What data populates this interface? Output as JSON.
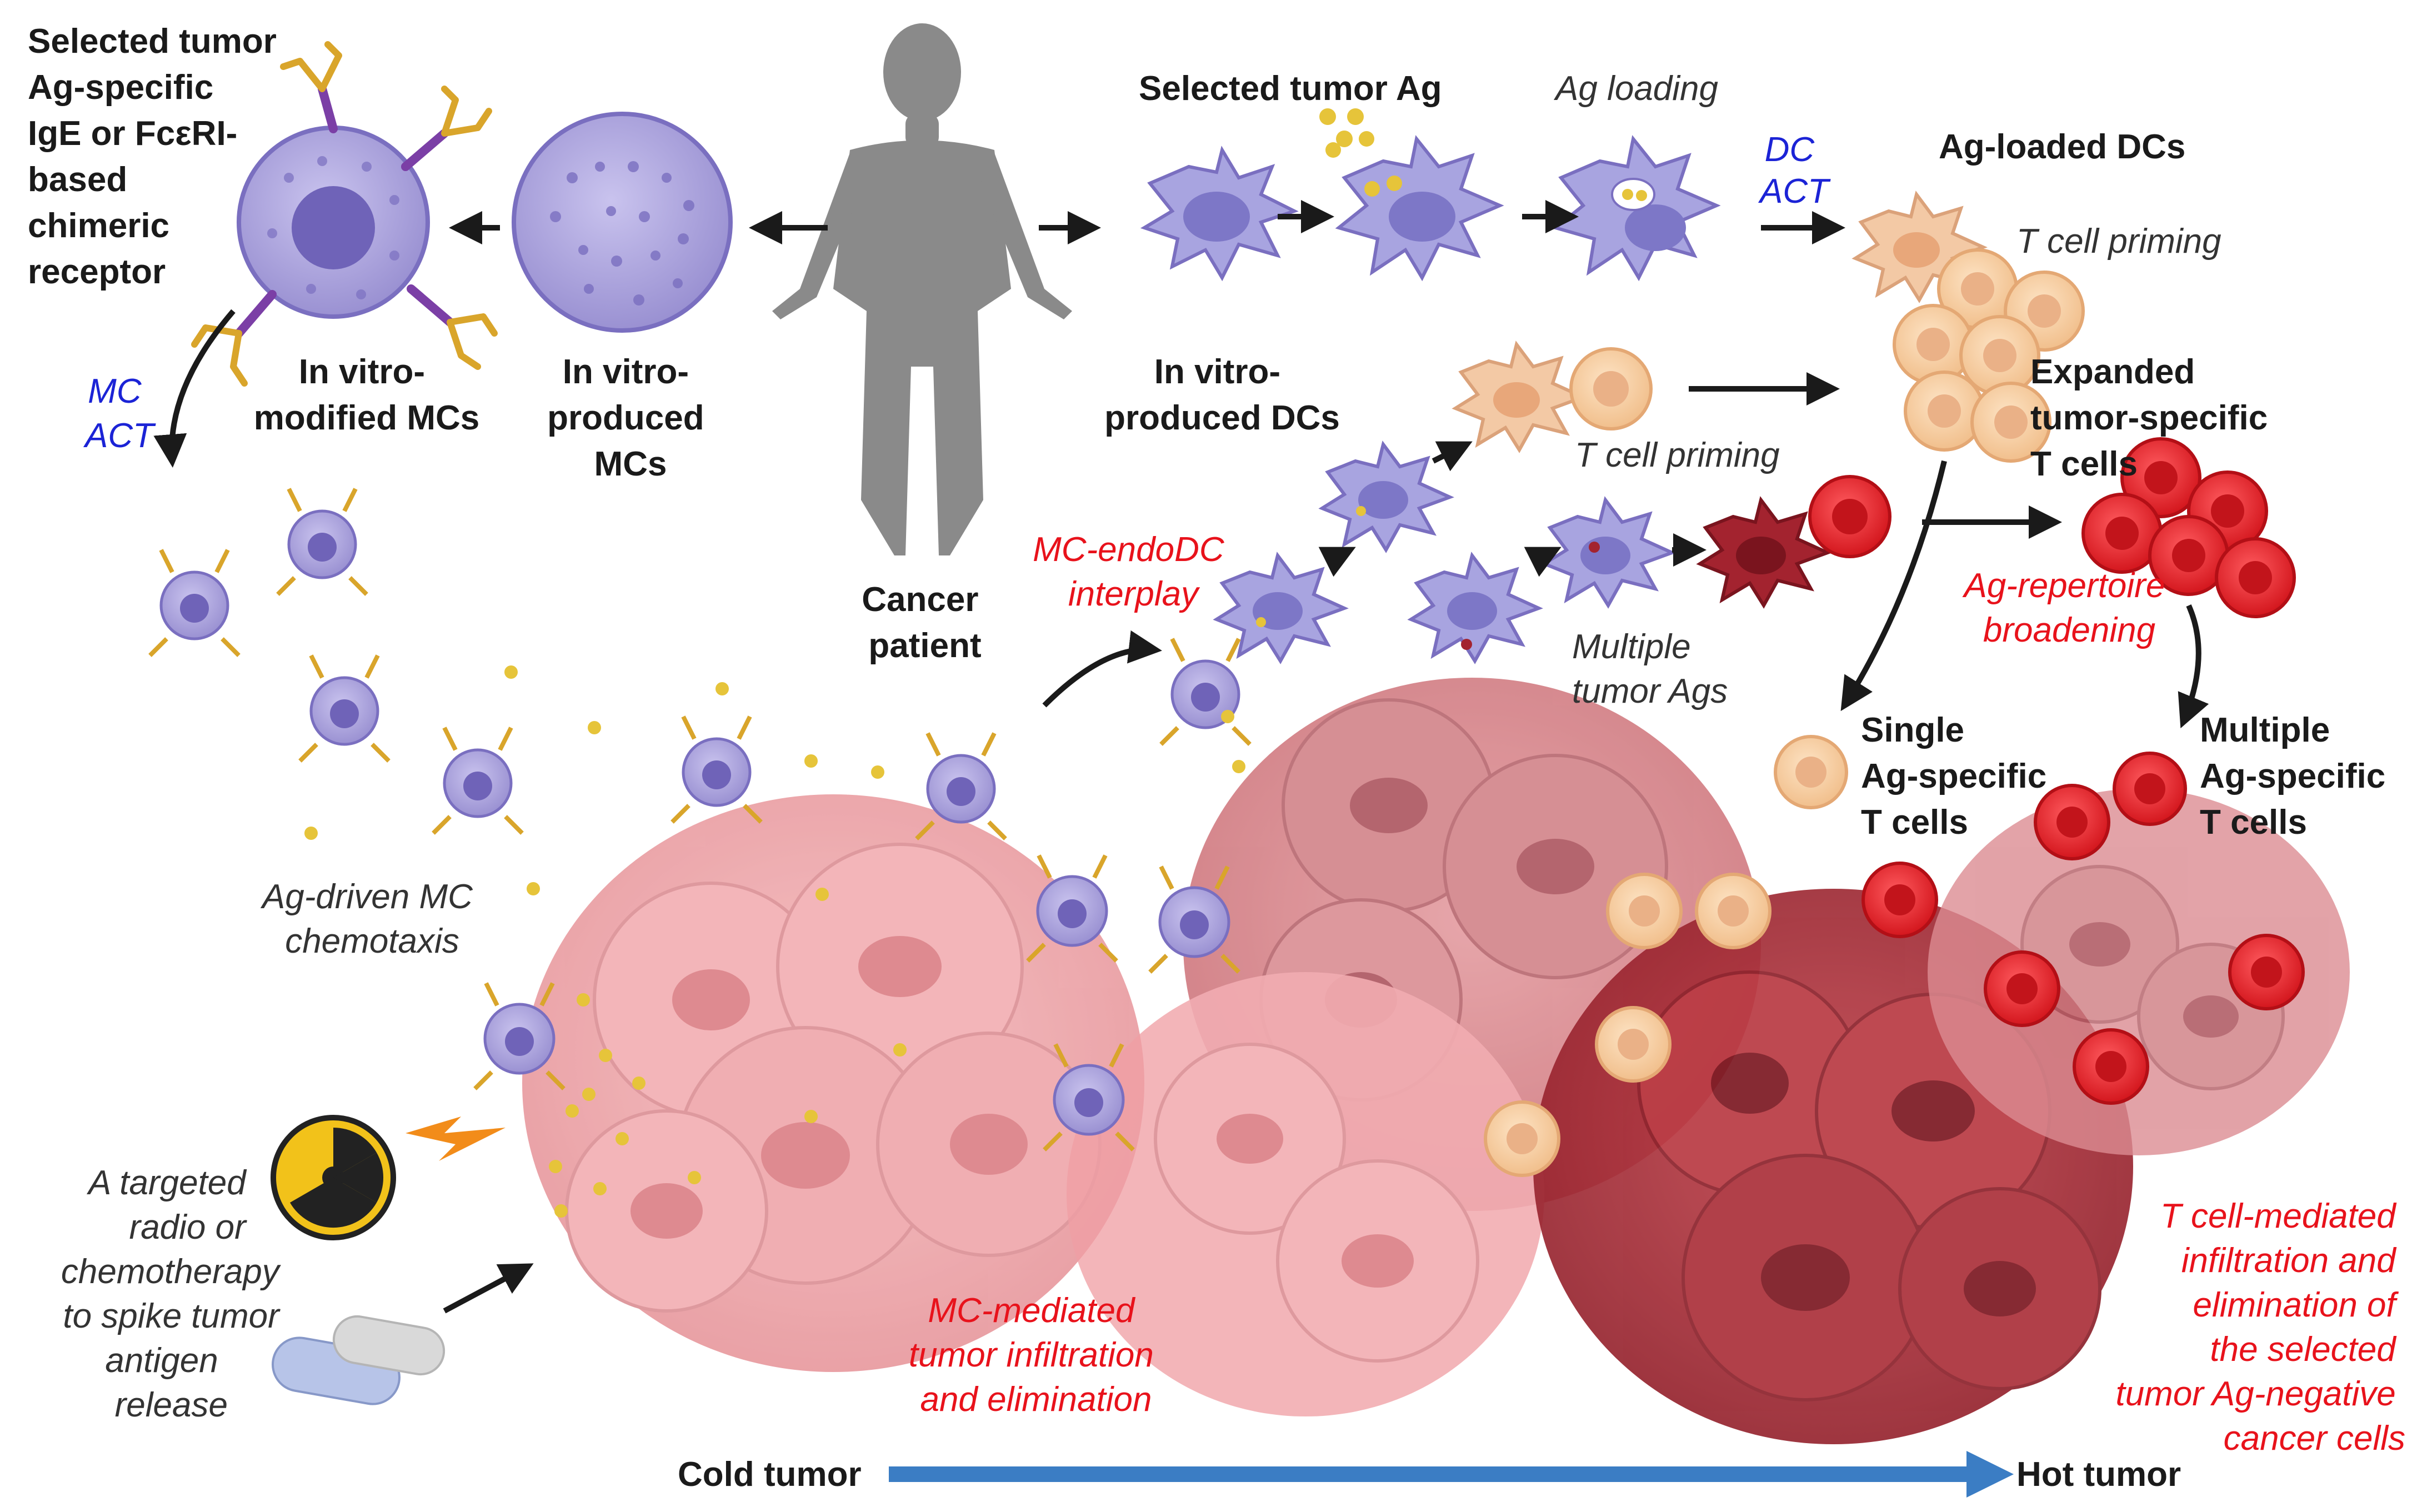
{
  "colors": {
    "mast_cell": "#a9a2d9",
    "mast_cell_dark": "#7a6fc0",
    "igE": "#d9a52b",
    "receptor": "#7b3fa6",
    "dc": "#a8a4e0",
    "dc_loaded": "#f3c9a5",
    "t_cell_naive": "#f7d2a7",
    "t_cell_active": "#e8262c",
    "antigen": "#e6c43a",
    "tumor_cold": "#f0a3a6",
    "tumor_mid": "#d67a80",
    "tumor_hot": "#a3232f",
    "body": "#8a8a8a",
    "arrow_gradient": "#3b7dc4",
    "label_red": "#e8121b",
    "label_blue": "#1b23d6"
  },
  "labels": {
    "selected_receptor": [
      "Selected tumor",
      "Ag-specific",
      "IgE or FcεRI-",
      "based",
      "chimeric",
      "receptor"
    ],
    "in_vitro_modified_mcs": [
      "In vitro-",
      "modified MCs"
    ],
    "in_vitro_produced_mcs": [
      "In vitro-",
      "produced",
      "MCs"
    ],
    "cancer_patient": [
      "Cancer",
      "patient"
    ],
    "in_vitro_produced_dcs": [
      "In vitro-",
      "produced DCs"
    ],
    "selected_tumor_ag": "Selected tumor Ag",
    "ag_loading": "Ag loading",
    "dc_act": [
      "DC",
      "ACT"
    ],
    "ag_loaded_dcs": "Ag-loaded DCs",
    "t_cell_priming_1": "T cell priming",
    "expanded_t_cells": [
      "Expanded",
      "tumor-specific",
      "T cells"
    ],
    "t_cell_priming_2": "T cell priming",
    "mc_act": [
      "MC",
      "ACT"
    ],
    "mc_endodc_interplay": [
      "MC-endoDC",
      "interplay"
    ],
    "ag_repertoire_broadening": [
      "Ag-repertoire",
      "broadening"
    ],
    "multiple_tumor_ags": [
      "Multiple",
      "tumor Ags"
    ],
    "single_ag_specific": [
      "Single",
      "Ag-specific",
      "T cells"
    ],
    "multiple_ag_specific": [
      "Multiple",
      "Ag-specific",
      "T cells"
    ],
    "ag_driven_chemotaxis": [
      "Ag-driven MC",
      "chemotaxis"
    ],
    "targeted_therapy": [
      "A targeted",
      "radio or",
      "chemotherapy",
      "to spike tumor",
      "antigen",
      "release"
    ],
    "mc_mediated_infiltration": [
      "MC-mediated",
      "tumor infiltration",
      "and elimination"
    ],
    "t_cell_mediated_infiltration": [
      "T cell-mediated",
      "infiltration and",
      "elimination of",
      "the selected",
      "tumor Ag-negative",
      "cancer cells"
    ],
    "cold_tumor": "Cold tumor",
    "hot_tumor": "Hot tumor"
  }
}
